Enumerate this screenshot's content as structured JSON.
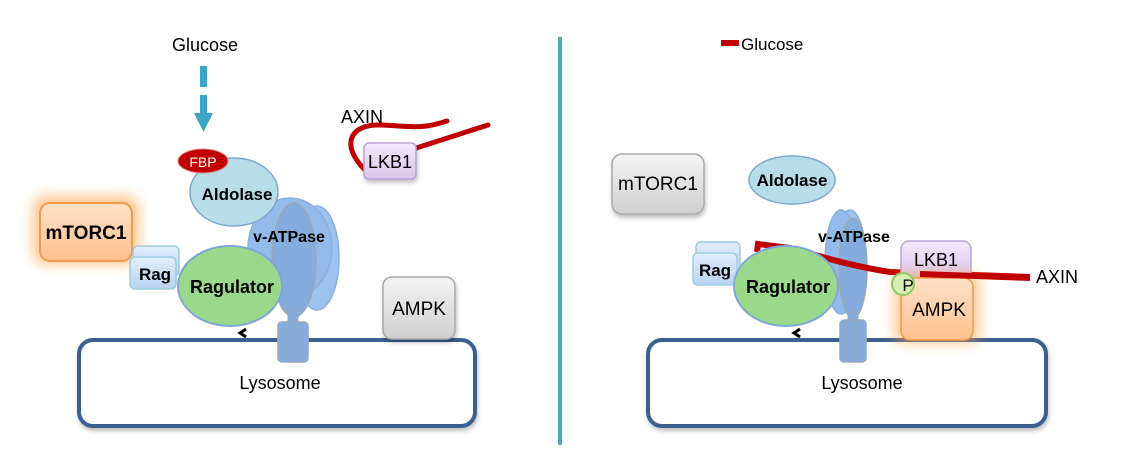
{
  "title": "Glucose sensing via aldolase regulates AMPK/mTORC1 at the lysosome",
  "colors": {
    "divider": "#4aa8c8",
    "glucose_arrow": "#3ba3c3",
    "axin": "#c00000",
    "fbp": "#c00000",
    "aldolase": "#b7dde8",
    "vatpase": "#8fb8e8",
    "ragulator": "#9ad98c",
    "rag": "#c9def7",
    "lkb1": "#e2d4f0",
    "mtorc1_active": "#ffc79a",
    "ampk_active": "#ffc79a",
    "inactive_gray": "#dcdcdc",
    "phospho": "#d7f0b0",
    "lysosome_border": "#3b5f8e"
  },
  "left_panel": {
    "glucose_label": "Glucose",
    "fbp_label": "FBP",
    "aldolase_label": "Aldolase",
    "vatpase_label": "v-ATPase",
    "ragulator_label": "Ragulator",
    "rag_label": "Rag",
    "mtorc1_label": "mTORC1",
    "axin_label": "AXIN",
    "lkb1_label": "LKB1",
    "ampk_label": "AMPK",
    "lysosome_label": "Lysosome",
    "state": "high glucose: mTORC1 active, AMPK inactive"
  },
  "right_panel": {
    "glucose_label": "Glucose",
    "glucose_prefix": "−",
    "mtorc1_label": "mTORC1",
    "aldolase_label": "Aldolase",
    "vatpase_label": "v-ATPase",
    "ragulator_label": "Ragulator",
    "rag_label": "Rag",
    "lkb1_label": "LKB1",
    "phospho_label": "P",
    "ampk_label": "AMPK",
    "axin_label": "AXIN",
    "lysosome_label": "Lysosome",
    "state": "low glucose: AMPK active, mTORC1 inactive"
  }
}
